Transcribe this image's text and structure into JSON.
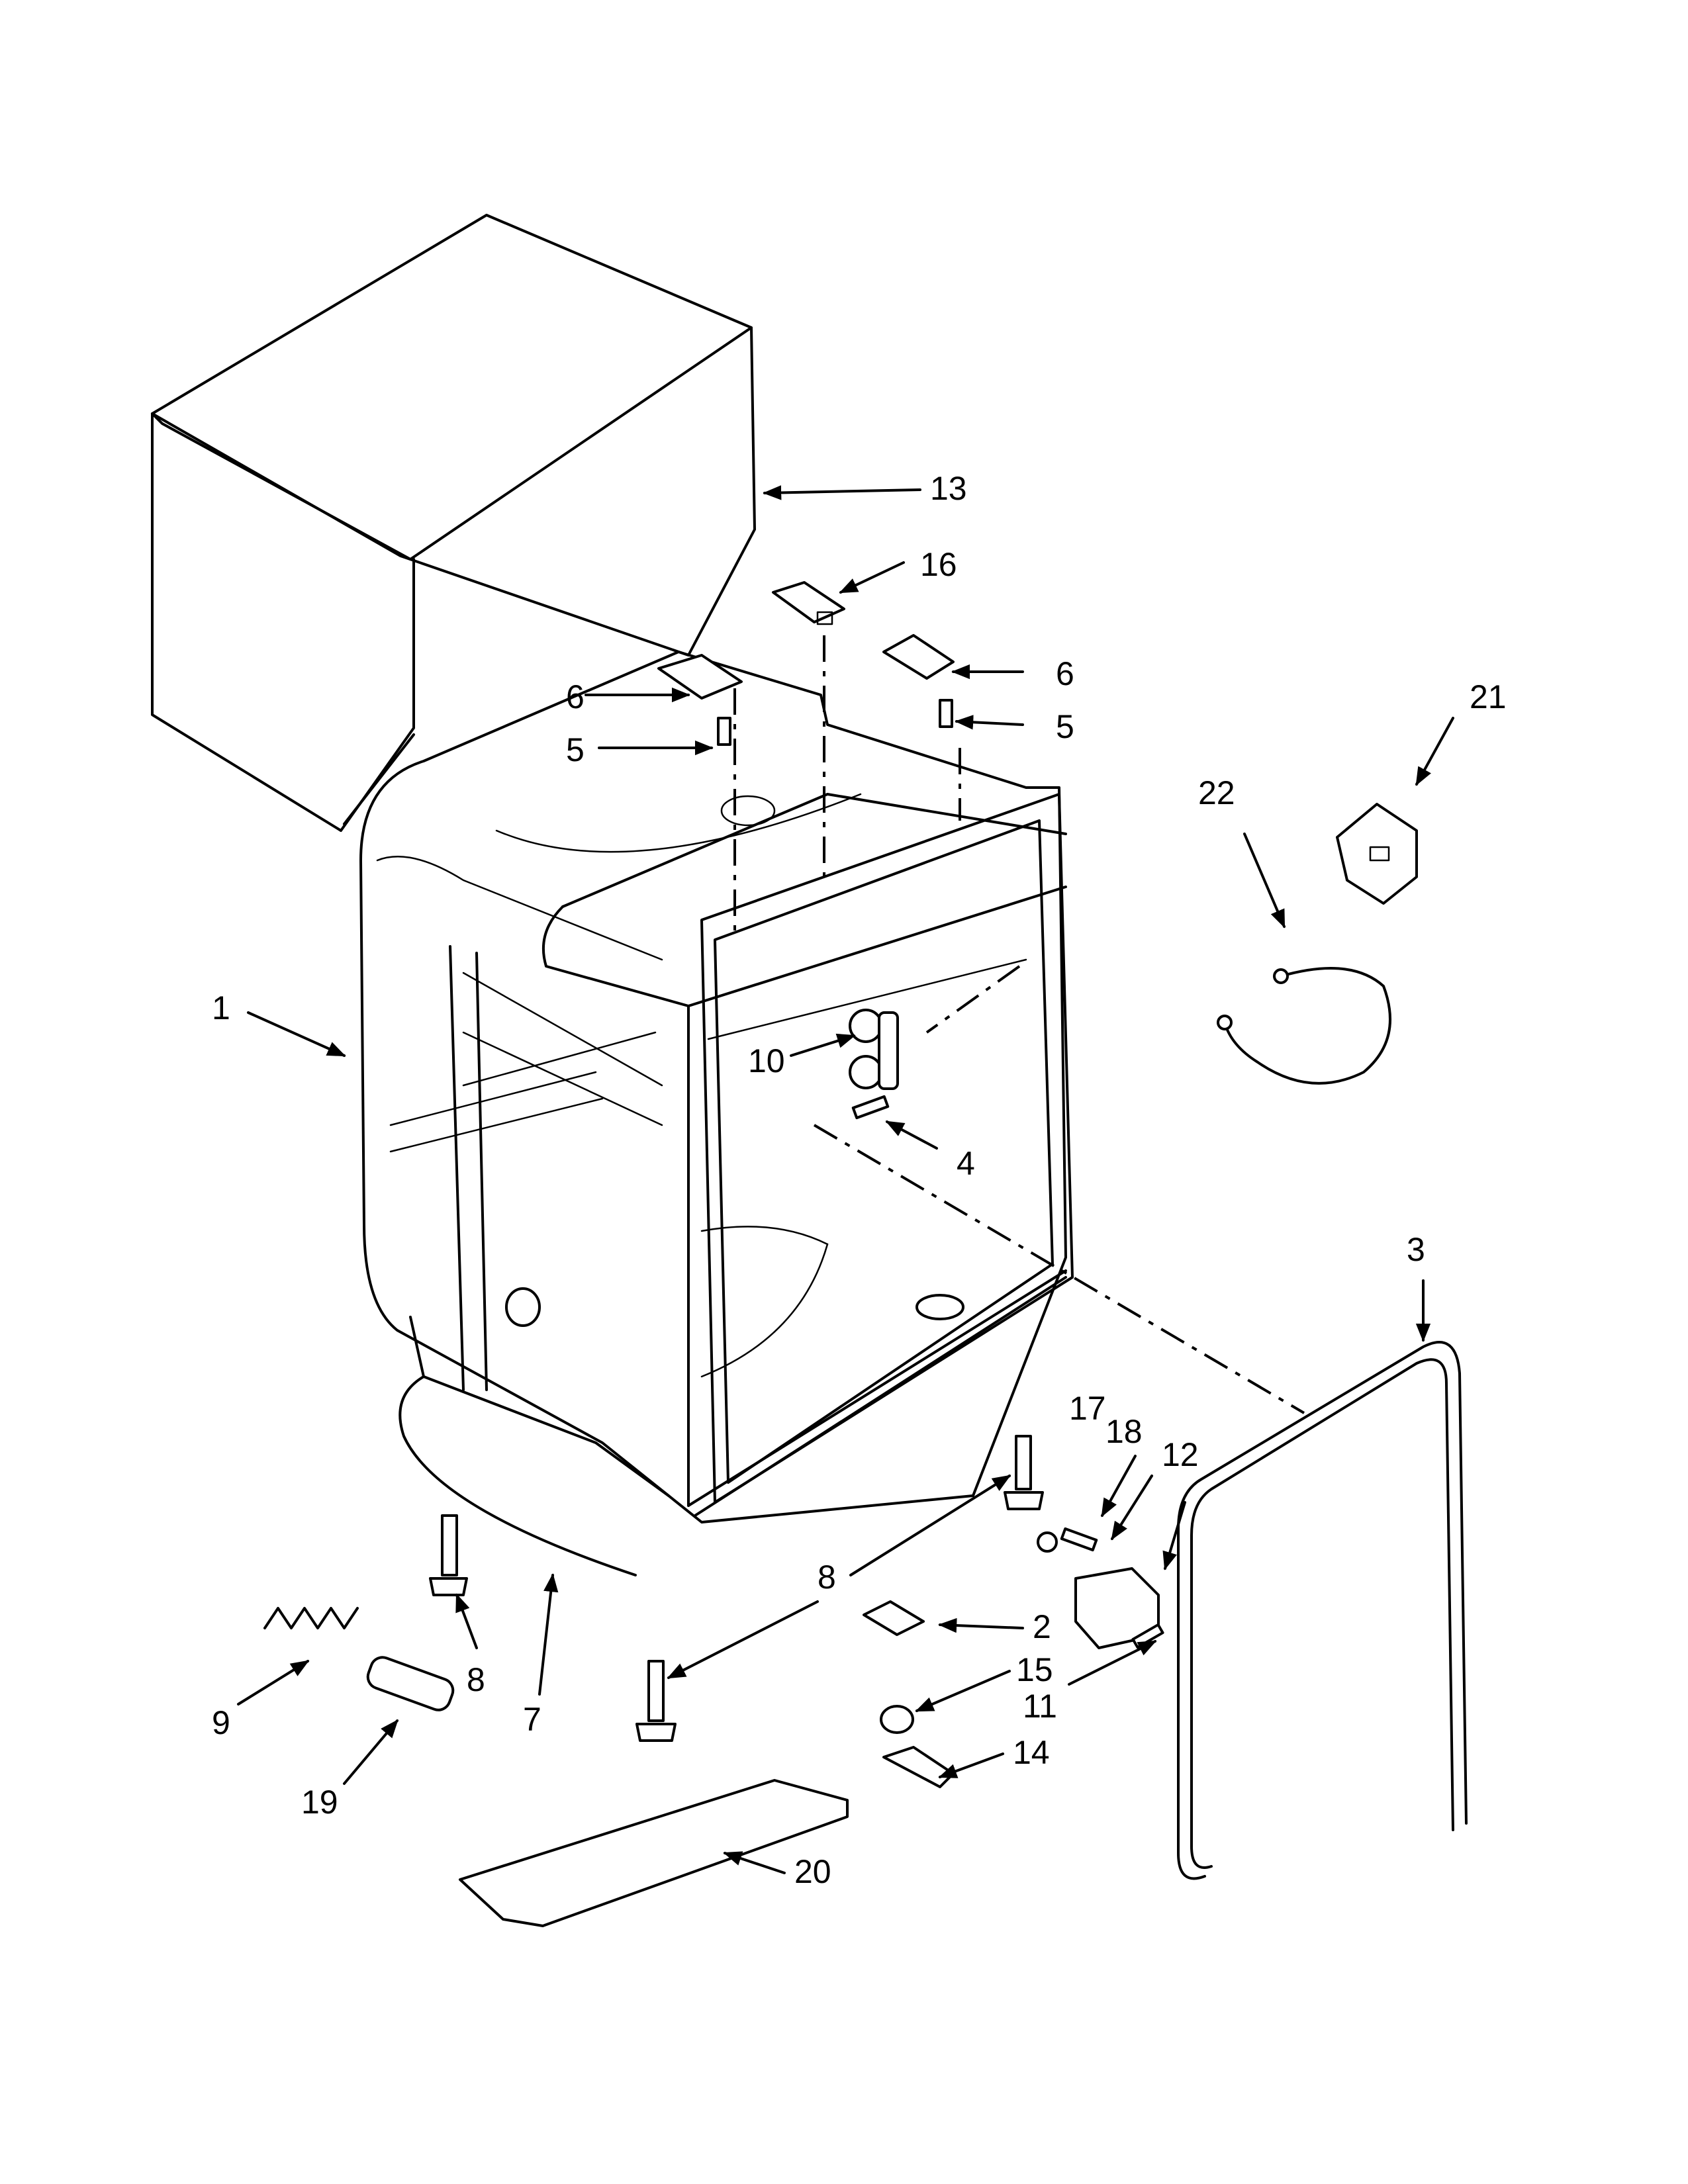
{
  "callouts": {
    "c1": "1",
    "c2": "2",
    "c3": "3",
    "c4": "4",
    "c5a": "5",
    "c5b": "5",
    "c6a": "6",
    "c6b": "6",
    "c7": "7",
    "c8a": "8",
    "c8b": "8",
    "c9": "9",
    "c10": "10",
    "c11": "11",
    "c12": "12",
    "c13": "13",
    "c14": "14",
    "c15": "15",
    "c16": "16",
    "c17": "17",
    "c18": "18",
    "c19": "19",
    "c20": "20",
    "c21": "21",
    "c22": "22"
  },
  "colors": {
    "ink": "#000000",
    "paper": "#ffffff"
  }
}
